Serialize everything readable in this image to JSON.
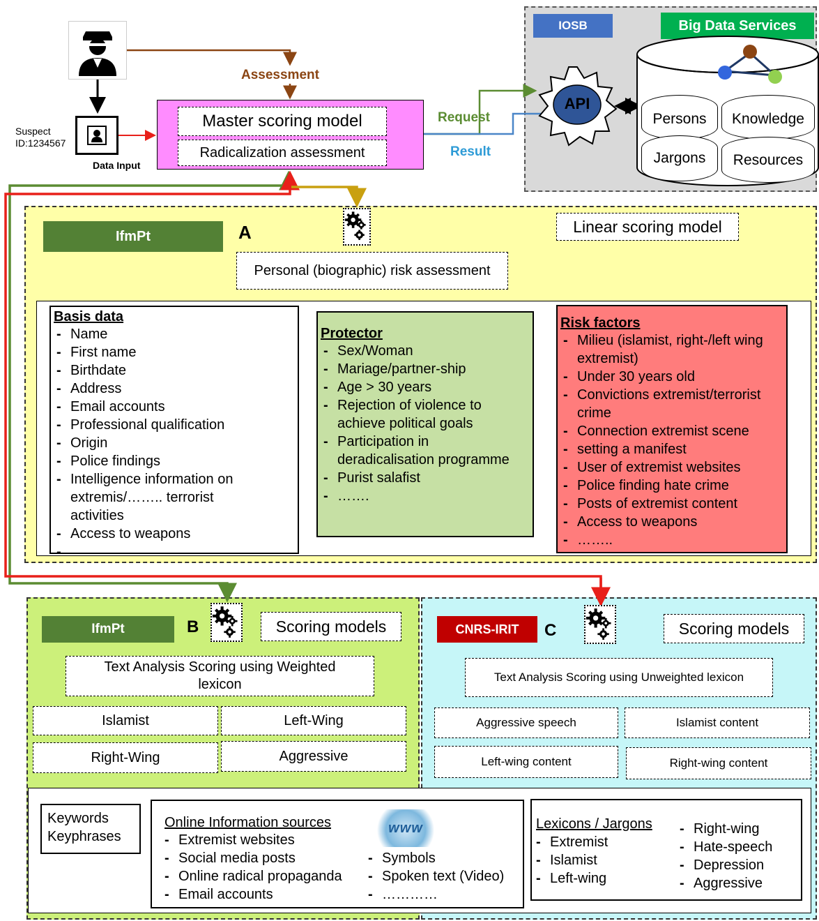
{
  "top": {
    "suspect_label": "Suspect",
    "suspect_id": "ID:1234567",
    "data_input": "Data Input",
    "assessment": "Assessment",
    "master_model": "Master scoring model",
    "radicalization": "Radicalization assessment",
    "request": "Request",
    "result": "Result"
  },
  "services": {
    "iosb": "IOSB",
    "big_data": "Big Data Services",
    "api": "API",
    "stores": [
      "Persons",
      "Knowledge",
      "Jargons",
      "Resources"
    ]
  },
  "panel_a": {
    "org": "IfmPt",
    "letter": "A",
    "model": "Linear scoring model",
    "subtitle": "Personal (biographic) risk assessment",
    "basis": {
      "title": "Basis data",
      "items": [
        "Name",
        "First name",
        "Birthdate",
        "Address",
        "Email accounts",
        "Professional qualification",
        "Origin",
        "Police findings",
        "Intelligence information on extremis/…….. terrorist activities",
        "Access to weapons",
        "……..."
      ]
    },
    "protector": {
      "title": "Protector",
      "items": [
        "Sex/Woman",
        "Mariage/partner-ship",
        "Age  > 30 years",
        "Rejection of violence to achieve political goals",
        "Participation in deradicalisation programme",
        "Purist salafist",
        "……."
      ]
    },
    "risk": {
      "title": "Risk factors",
      "items": [
        "Milieu (islamist, right-/left wing extremist)",
        "Under 30 years old",
        "Convictions extremist/terrorist crime",
        "Connection extremist scene",
        "setting a manifest",
        "User of extremist websites",
        "Police finding hate crime",
        "Posts of extremist content",
        "Access to weapons",
        "…….."
      ]
    }
  },
  "panel_b": {
    "org": "IfmPt",
    "letter": "B",
    "models": "Scoring models",
    "subtitle": "Text Analysis Scoring using Weighted lexicon",
    "cats": [
      "Islamist",
      "Left-Wing",
      "Right-Wing",
      "Aggressive"
    ]
  },
  "panel_c": {
    "org": "CNRS-IRIT",
    "letter": "C",
    "models": "Scoring models",
    "subtitle": "Text Analysis Scoring using Unweighted lexicon",
    "cats": [
      "Aggressive speech",
      "Islamist content",
      "Left-wing content",
      "Right-wing content"
    ]
  },
  "bottom": {
    "keywords": [
      "Keywords",
      "Keyphrases"
    ],
    "online_title": "Online Information sources",
    "online_left": [
      "Extremist websites",
      "Social media posts",
      "Online radical propaganda",
      "Email accounts"
    ],
    "online_right": [
      "Symbols",
      "Spoken text (Video)",
      "…………"
    ],
    "www": "www",
    "lex_title": "Lexicons / Jargons",
    "lex_left": [
      "Extremist",
      "Islamist",
      "Left-wing"
    ],
    "lex_right": [
      "Right-wing",
      "Hate-speech",
      "Depression",
      "Aggressive"
    ]
  },
  "colors": {
    "brown": "#8B4513",
    "green_arrow": "#5B8C32",
    "blue_arrow": "#4A86C8",
    "red_arrow": "#E8201A",
    "gold_arrow": "#C9A010",
    "panel_a_bg": "#FFFFA8",
    "panel_b_bg": "#CCF07A",
    "panel_c_bg": "#C6F6F8",
    "org_green": "#538135",
    "org_red": "#C00000",
    "iosb_blue": "#4472C4",
    "bigdata_green": "#00B050",
    "protector_bg": "#C6E0A4",
    "risk_bg": "#FF7C7C",
    "master_bg": "#FF8CFF",
    "api_blue": "#2F5597"
  }
}
